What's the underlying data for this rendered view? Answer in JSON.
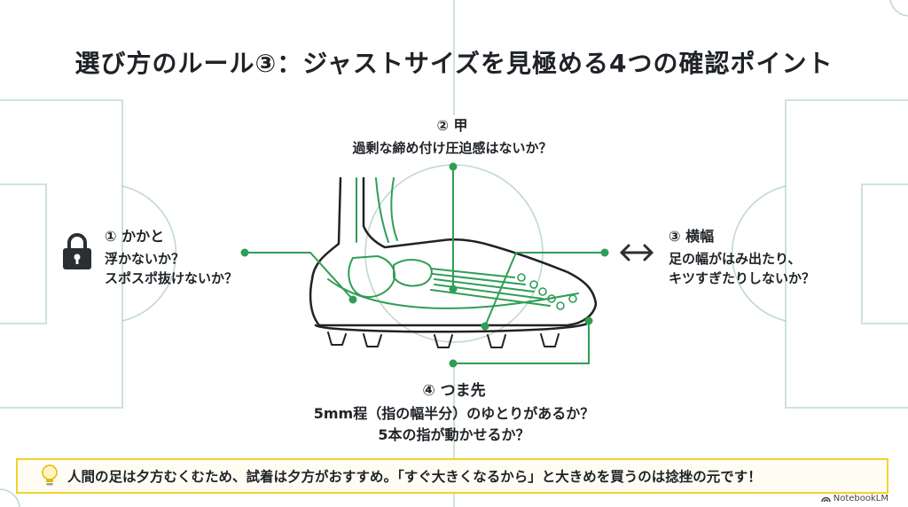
{
  "title": "選び方のルール③：ジャストサイズを見極める4つの確認ポイント",
  "checks": {
    "heel": {
      "heading": "① かかと",
      "lines": [
        "浮かないか？",
        "スポスポ抜けないか？"
      ]
    },
    "instep": {
      "heading": "② 甲",
      "lines": [
        "過剰な締め付け圧迫感はないか？"
      ]
    },
    "width": {
      "heading": "③ 横幅",
      "lines": [
        "足の幅がはみ出たり、",
        "キツすぎたりしないか？"
      ]
    },
    "toe": {
      "heading": "④ つま先",
      "lines": [
        "5mm程（指の幅半分）のゆとりがあるか？",
        "5本の指が動かせるか？"
      ]
    }
  },
  "tip": {
    "text": "人間の足は夕方むくむため、試着は夕方がおすすめ。「すぐ大きくなるから」と大きめを買うのは捻挫の元です！"
  },
  "brand": {
    "label": "NotebookLM"
  },
  "colors": {
    "accent": "#2f9e55",
    "tip_border": "#f2d12e",
    "text": "#1f2328"
  },
  "icons": {
    "heel": "lock-icon",
    "width": "left-right-arrow-icon",
    "tip": "lightbulb-icon",
    "brand": "notebooklm-logo-icon"
  }
}
